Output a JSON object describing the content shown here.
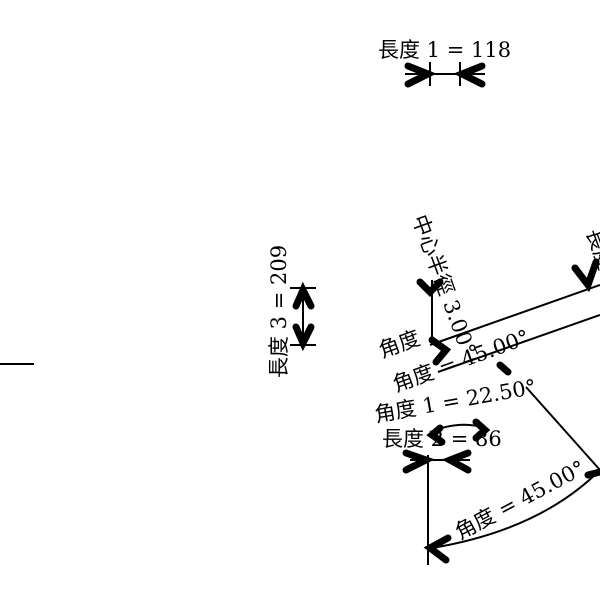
{
  "drawing": {
    "length1": "長度 1 = 118",
    "length2": "長度 2 = 86",
    "length3": "長度 3 = 209",
    "center_radius": "中心半徑 3.00°",
    "angle_top": "角度 = 45.00°",
    "angle_top_partial": "角度",
    "angle1": "角度 1 = 22.50°",
    "angle_bottom": "角度 = 45.00°",
    "length_right_partial": "長度"
  }
}
